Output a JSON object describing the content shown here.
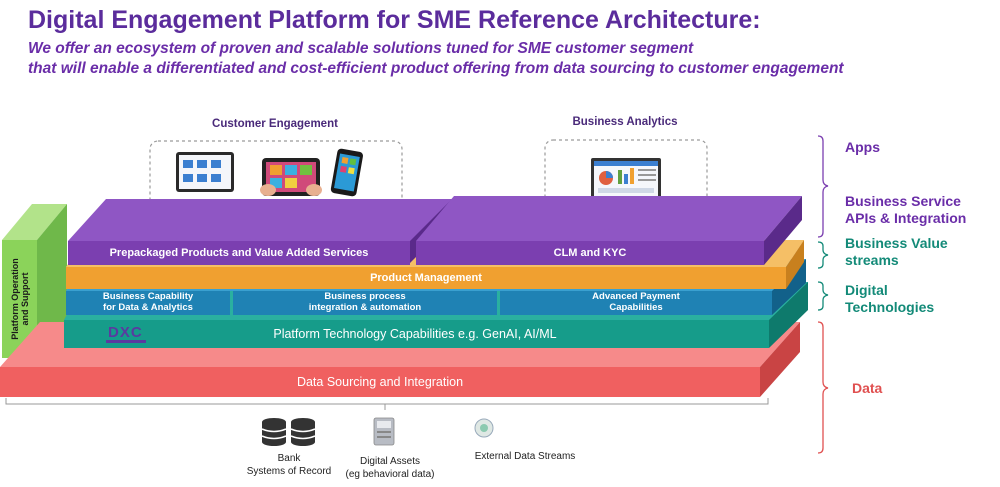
{
  "header": {
    "title": "Digital Engagement Platform for SME Reference Architecture:",
    "subtitle_line1": "We offer an ecosystem of proven and scalable solutions tuned for SME customer segment",
    "subtitle_line2": "that will enable a differentiated and cost-efficient product offering from data sourcing to customer engagement"
  },
  "apps": {
    "customer_engagement_label": "Customer Engagement",
    "business_analytics_label": "Business Analytics"
  },
  "layers": {
    "prepackaged": "Prepackaged Products and Value Added Services",
    "clm_kyc": "CLM and KYC",
    "product_management": "Product Management",
    "business_capability_line1": "Business Capability",
    "business_capability_line2": "for Data & Analytics",
    "business_process_line1": "Business process",
    "business_process_line2": "integration & automation",
    "advanced_payment_line1": "Advanced Payment",
    "advanced_payment_line2": "Capabilities",
    "platform_technology": "Platform Technology Capabilities e.g. GenAI, AI/ML",
    "data_sourcing": "Data Sourcing and Integration",
    "platform_operation_line1": "Platform Operation",
    "platform_operation_line2": "and Support"
  },
  "side_labels": {
    "apps": "Apps",
    "business_service_line1": "Business Service",
    "business_service_line2": "APIs & Integration",
    "business_value_line1": "Business Value",
    "business_value_line2": "streams",
    "digital_tech_line1": "Digital",
    "digital_tech_line2": "Technologies",
    "data": "Data"
  },
  "sources": {
    "bank_line1": "Bank",
    "bank_line2": "Systems of Record",
    "digital_assets_line1": "Digital Assets",
    "digital_assets_line2": "(eg behavioral data)",
    "external_streams": "External Data Streams"
  },
  "colors": {
    "purple": "#7b3fb0",
    "orange": "#f0a030",
    "blue": "#1f82b4",
    "teal": "#169c8a",
    "red": "#f06060",
    "green": "#8bd35a",
    "title": "#5b2c9c",
    "purple_label": "#6a2da8",
    "teal_label": "#138a78",
    "red_label": "#e05050"
  },
  "icons": {
    "logo": "dxc-technology-logo",
    "bank": "database-icon",
    "digital_assets": "meter-device-icon",
    "external": "globe-sensor-icon"
  }
}
